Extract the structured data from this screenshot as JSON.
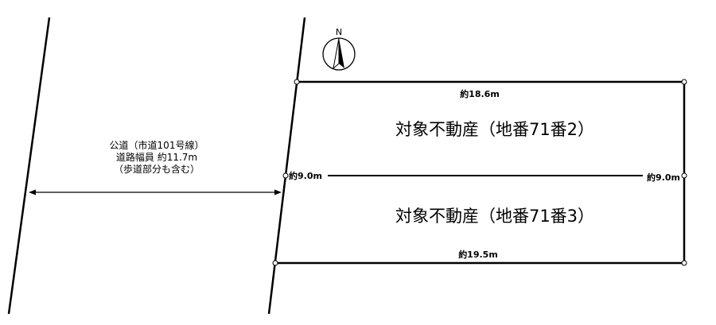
{
  "compass": {
    "label": "N",
    "icon": "north-arrow-icon"
  },
  "road": {
    "line1": "公道（市道101号線）",
    "line2": "道路幅員 約11.7m",
    "line3": "（歩道部分も含む）"
  },
  "parcels": [
    {
      "label": "対象不動産（地番71番2）",
      "top_length": "約18.6m"
    },
    {
      "label": "対象不動産（地番71番3）",
      "bottom_length": "約19.5m"
    }
  ],
  "sides": {
    "left_depth": "約9.0m",
    "right_depth": "約9.0m"
  }
}
